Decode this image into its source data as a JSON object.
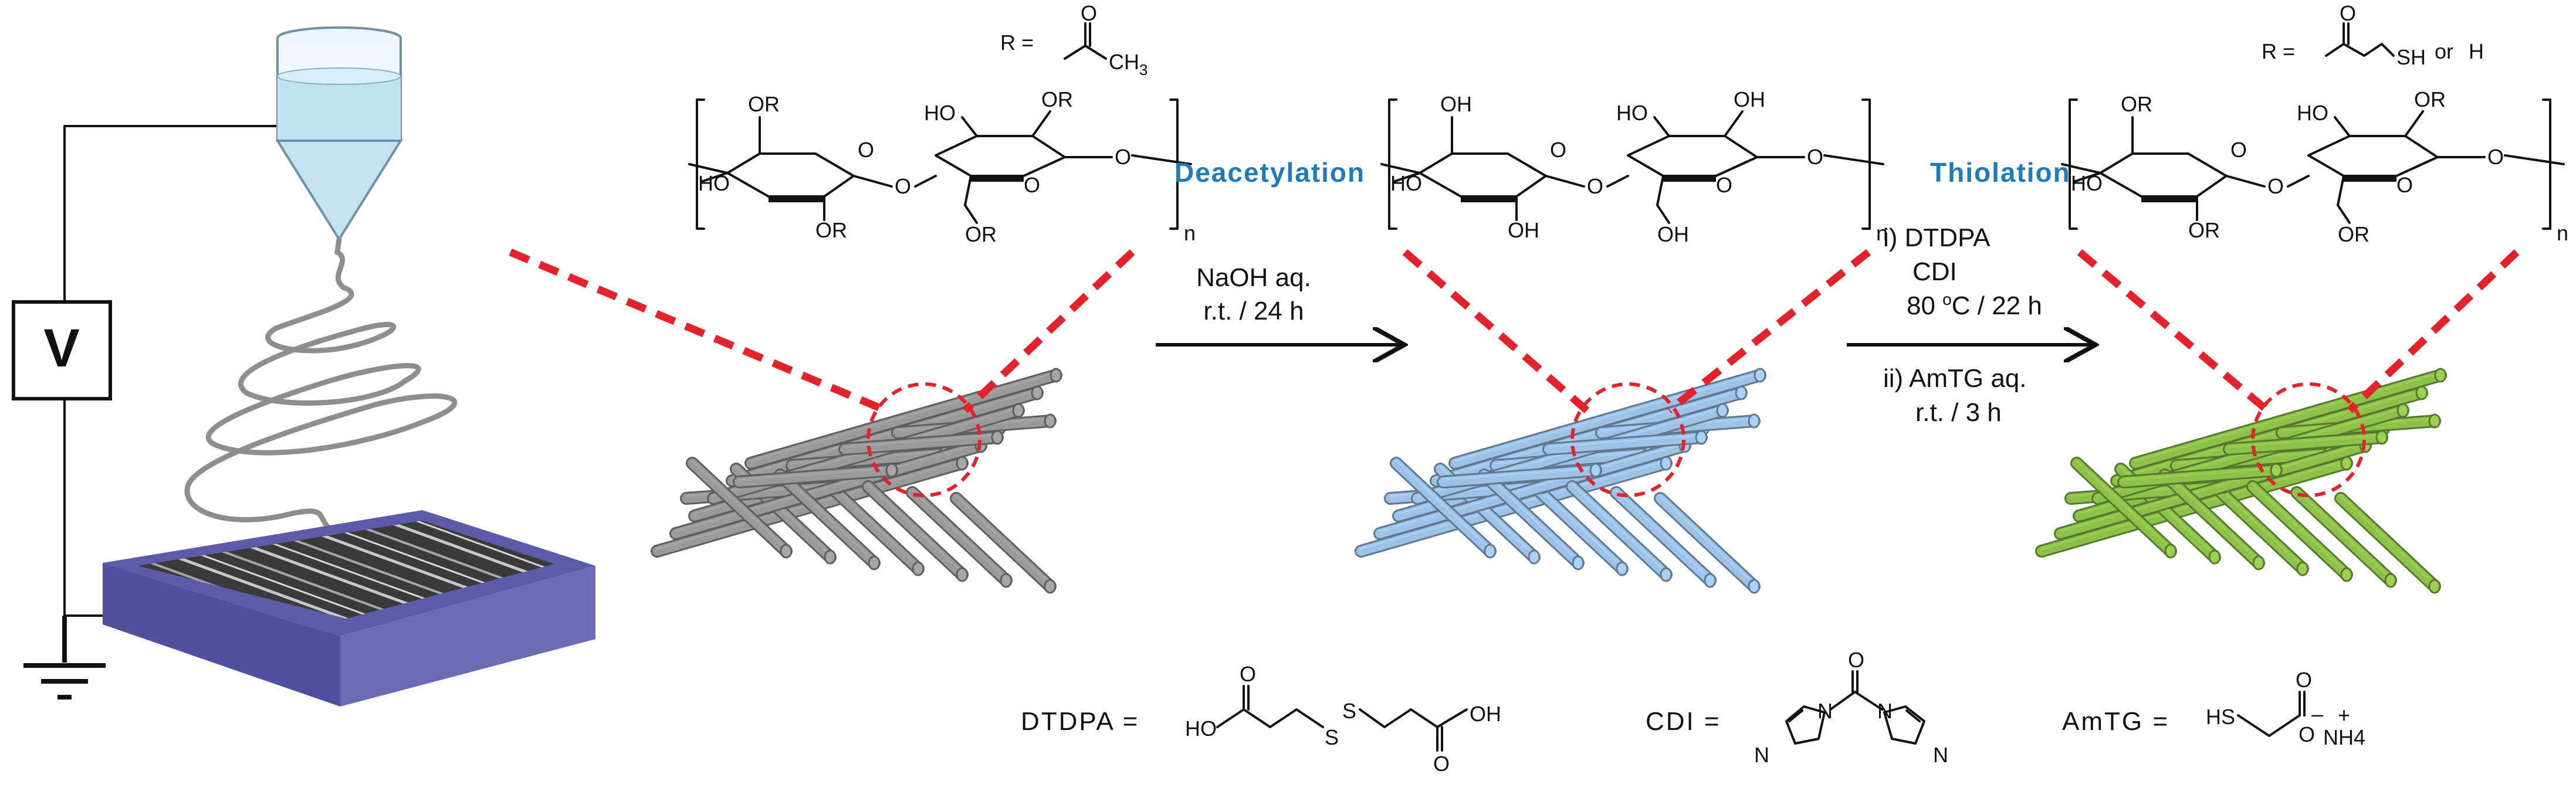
{
  "voltage": {
    "label": "V"
  },
  "r_groups": {
    "first_prefix": "R =",
    "ch3": "CH",
    "ch3_sub": "3",
    "last_prefix": "R =",
    "last_sh": "SH",
    "last_or": "or",
    "last_h": "H"
  },
  "polymer_labels": {
    "or": "OR",
    "oh": "OH",
    "ho": "HO",
    "o": "O",
    "n": "n"
  },
  "steps": {
    "deacetylation": {
      "title": "Deacetylation",
      "line1": "NaOH aq.",
      "line2": "r.t. / 24 h"
    },
    "thiolation": {
      "title": "Thiolation",
      "line1": "i) DTDPA",
      "line2": "CDI",
      "line3_pre": "80 ",
      "line3_sup": "o",
      "line3_post": "C / 22 h",
      "line4": "ii) AmTG aq.",
      "line5": "r.t. / 3 h"
    }
  },
  "reagents": {
    "dtdpa": {
      "label": "DTDPA =",
      "ho": "HO",
      "oh": "OH",
      "o": "O",
      "s": "S"
    },
    "cdi": {
      "label": "CDI =",
      "o": "O",
      "n": "N"
    },
    "amtg": {
      "label": "AmTG =",
      "hs": "HS",
      "o": "O",
      "minus": "–",
      "plus": "+",
      "nh4": "NH4"
    }
  },
  "colors": {
    "fiber_gray": "#9a9a9a",
    "fiber_blue": "#9cc2e6",
    "fiber_green": "#8dc24a",
    "collector": "#5a5ca8",
    "highlight_red": "#e3222b",
    "step_title_blue": "#1f7bbd"
  }
}
